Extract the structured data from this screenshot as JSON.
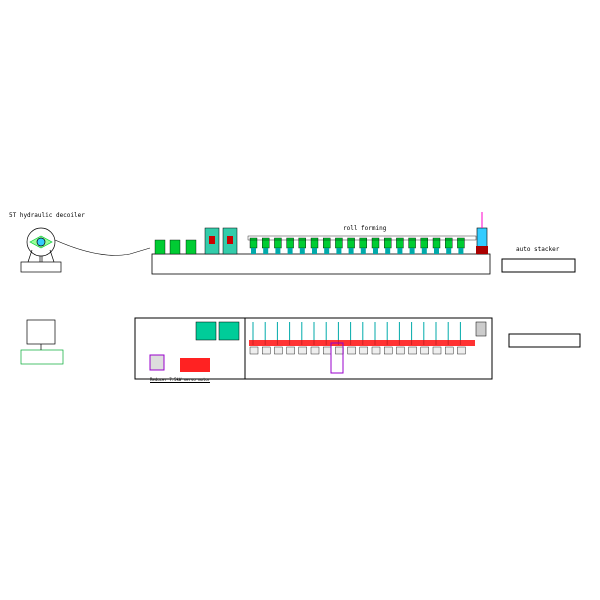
{
  "labels": {
    "decoiler": "5T hydraulic decoiler",
    "roll_forming": "roll forming",
    "auto_stacker": "auto stacker",
    "drive": "Reducer 7.5kW servo motor"
  },
  "roll_forming_stations": 18,
  "colors": {
    "line": "#000000",
    "roller": "#00cc33",
    "shaft": "#00aaaa",
    "motor": "#ff0000",
    "cut": "#cc00cc"
  }
}
